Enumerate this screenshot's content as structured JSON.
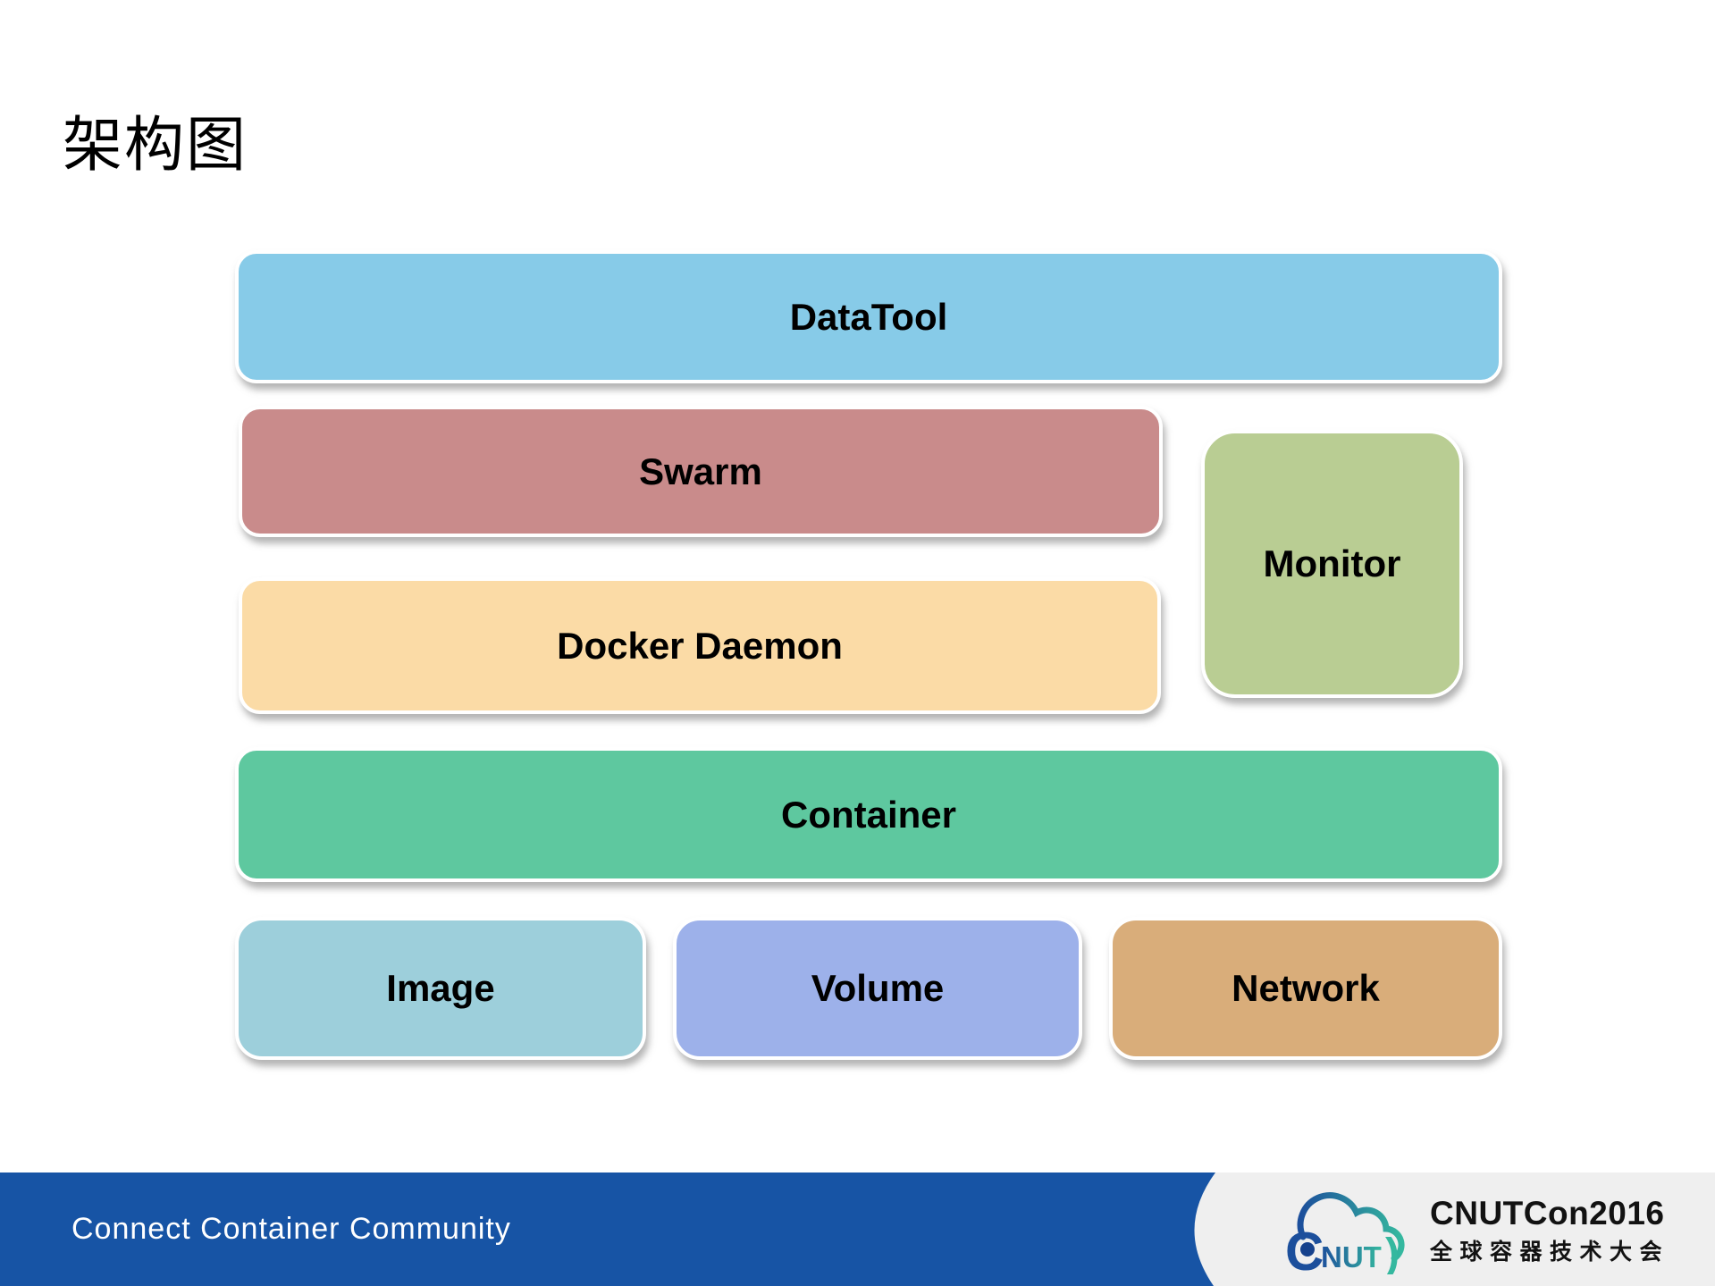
{
  "slide": {
    "title": "架构图"
  },
  "diagram": {
    "boxes": [
      {
        "id": "datatool",
        "label": "DataTool",
        "color": "#87CBE8"
      },
      {
        "id": "swarm",
        "label": "Swarm",
        "color": "#C98B8B"
      },
      {
        "id": "monitor",
        "label": "Monitor",
        "color": "#B9CD93"
      },
      {
        "id": "docker-daemon",
        "label": "Docker Daemon",
        "color": "#FBDBA6"
      },
      {
        "id": "container",
        "label": "Container",
        "color": "#5EC89F"
      },
      {
        "id": "image",
        "label": "Image",
        "color": "#9DCFDB"
      },
      {
        "id": "volume",
        "label": "Volume",
        "color": "#9DB1EA"
      },
      {
        "id": "network",
        "label": "Network",
        "color": "#D9AD7A"
      }
    ]
  },
  "footer": {
    "tagline": "Connect Container Community",
    "bar_color": "#1754A5",
    "panel_color": "#EFEFEF"
  },
  "logo": {
    "c_letter": "C",
    "nut_letters": "NUT",
    "paren": ")",
    "title": "CNUTCon2016",
    "subtitle": "全球容器技术大会",
    "gradient_start": "#1C4F9C",
    "gradient_end": "#35B89F"
  }
}
